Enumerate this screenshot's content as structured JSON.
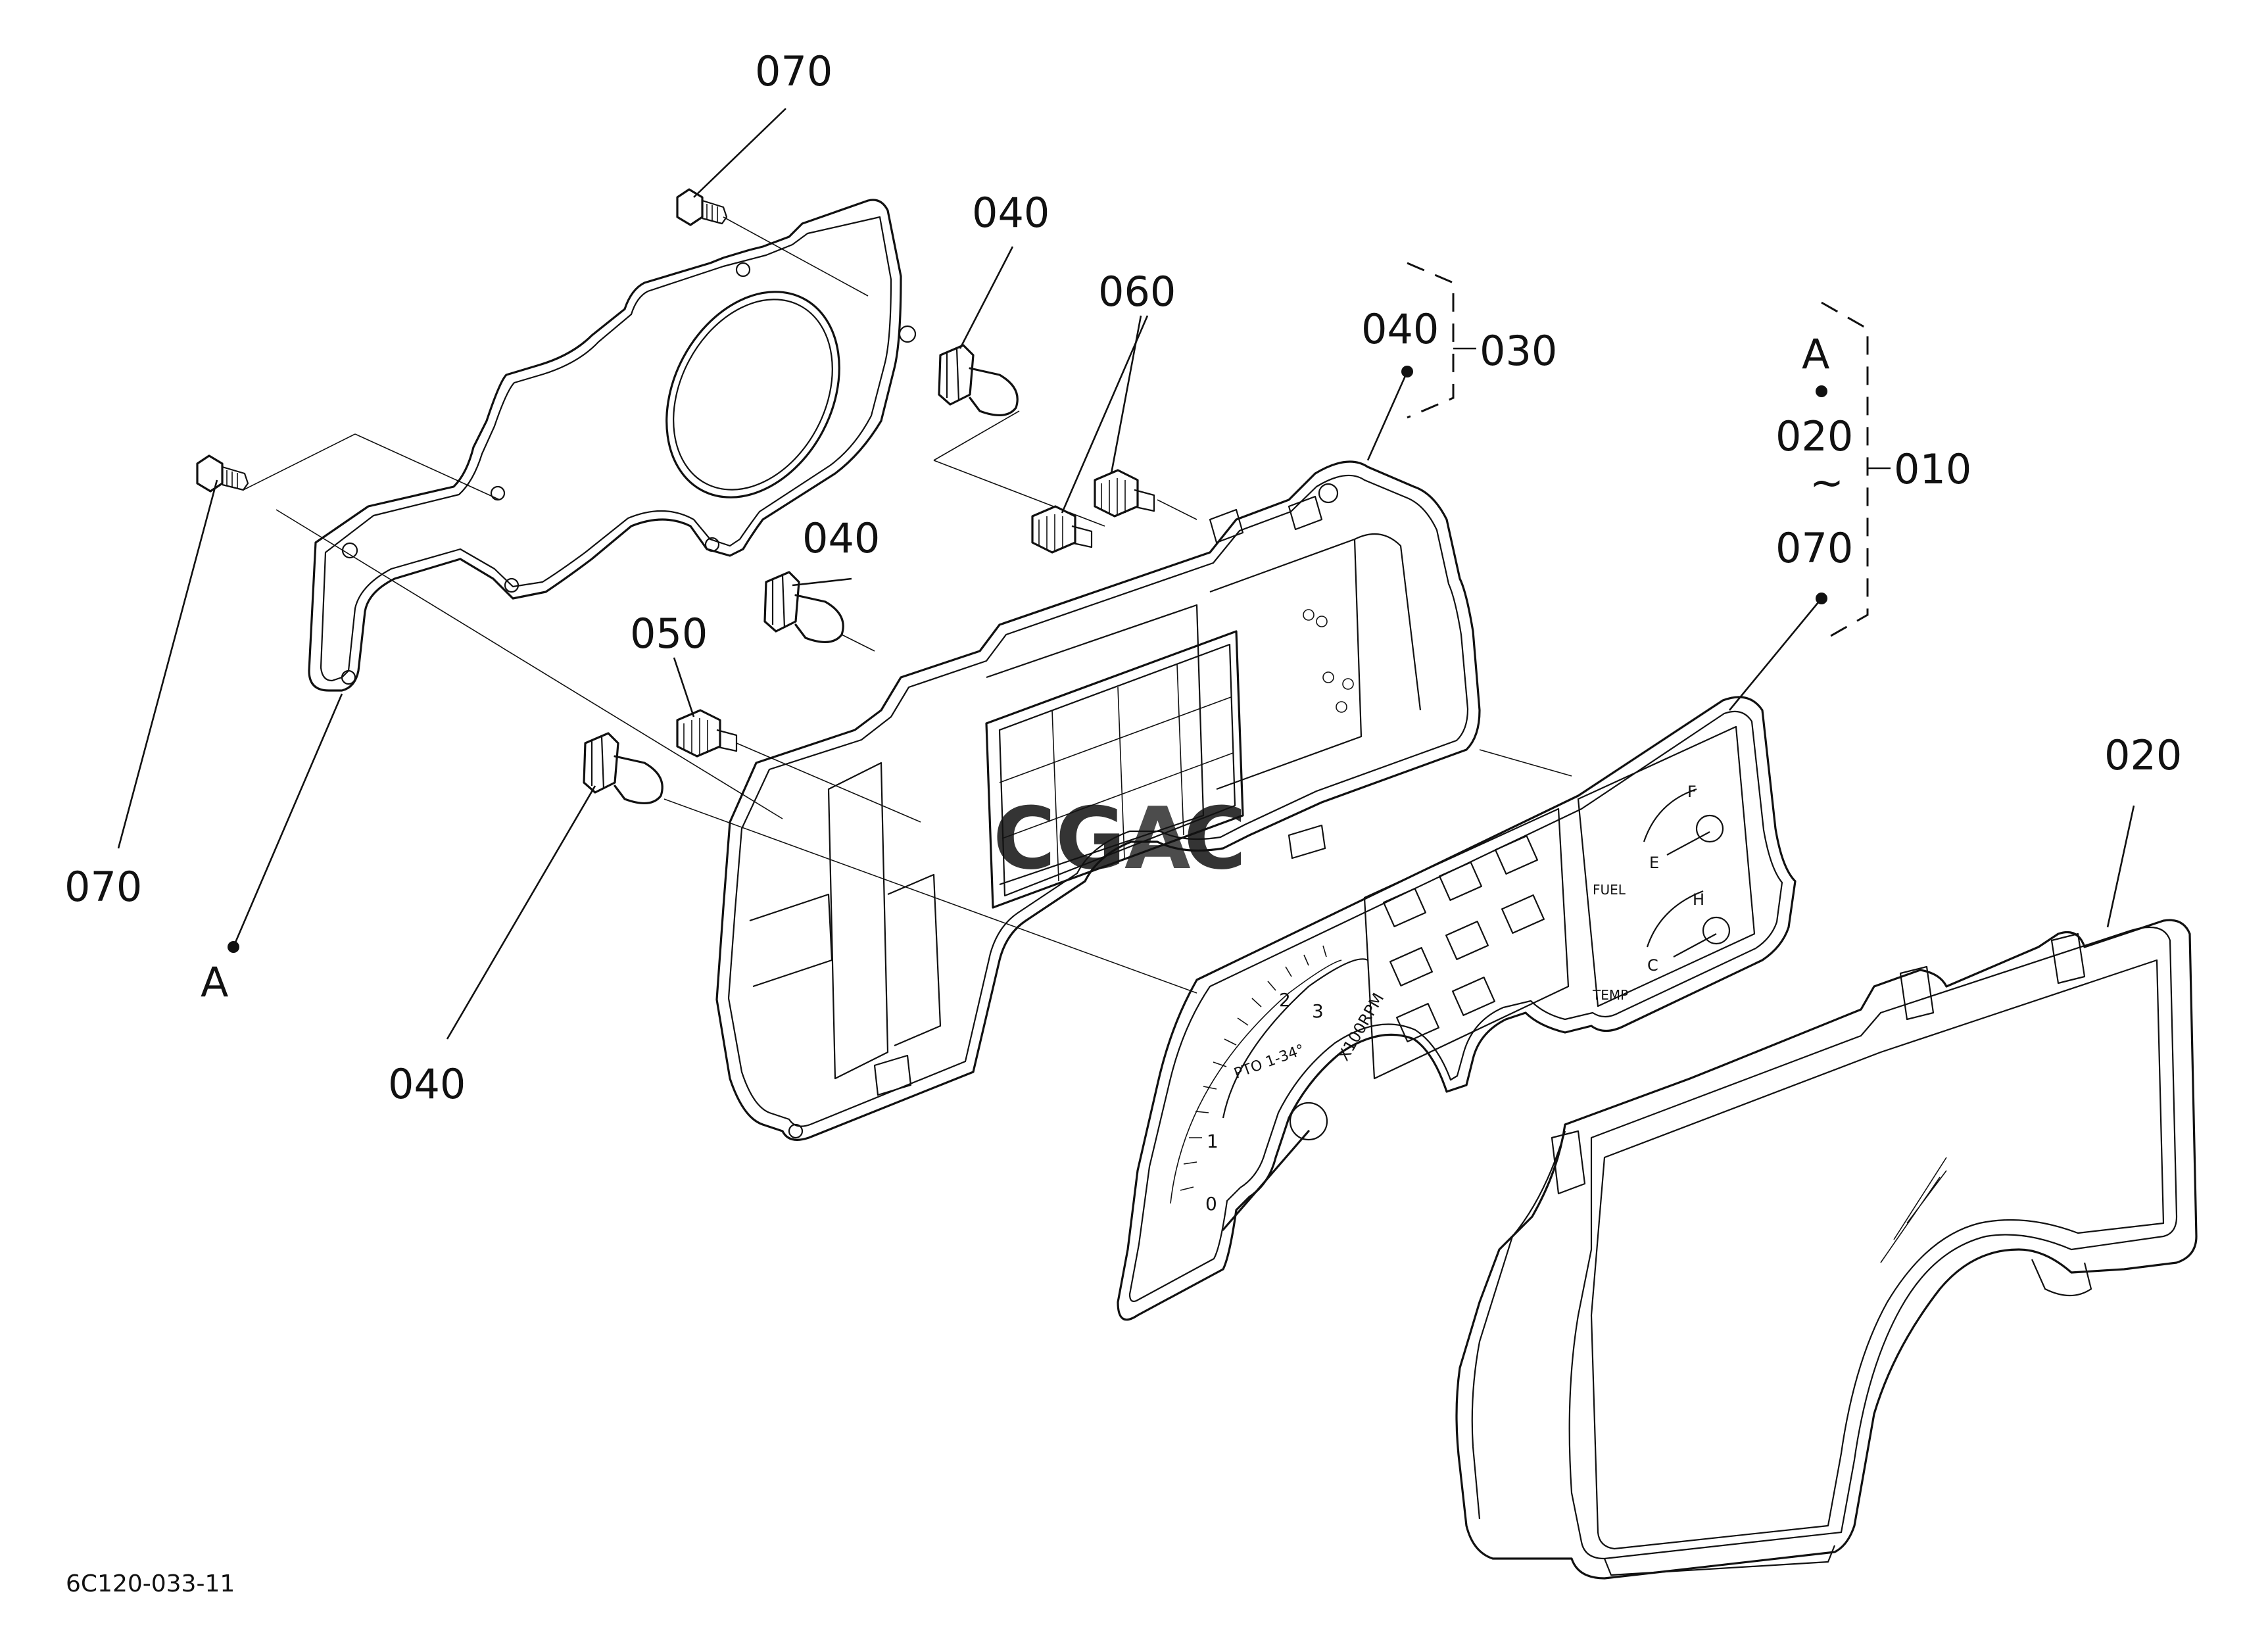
{
  "diagram": {
    "drawing_number": "6C120-033-11",
    "watermark_letters": [
      {
        "char": "C",
        "color": "#4a86e8"
      },
      {
        "char": "G",
        "color": "#e06666"
      },
      {
        "char": "A",
        "color": "#f1c232"
      },
      {
        "char": "C",
        "color": "#57bb8a"
      }
    ],
    "callouts": {
      "bolt_top": "070",
      "bolt_left": "070",
      "ref_a_left": "A",
      "bulb_top": "040",
      "bulb_mid": "040",
      "bulb_low": "040",
      "socket_060": "060",
      "socket_050": "050",
      "case_040": "040",
      "case_030": "030",
      "grp_a": "A",
      "grp_020": "020",
      "grp_tilde": "~",
      "grp_070": "070",
      "grp_010": "010",
      "lens_020": "020"
    },
    "dial_marks": {
      "fuel": "FUEL",
      "temp": "TEMP",
      "e": "E",
      "f": "F",
      "c": "C",
      "h": "H",
      "pto": "PTO 1-34°",
      "tach_0": "0",
      "tach_1": "1",
      "tach_2": "2",
      "tach_3": "3",
      "hour": "X100RPM"
    }
  }
}
